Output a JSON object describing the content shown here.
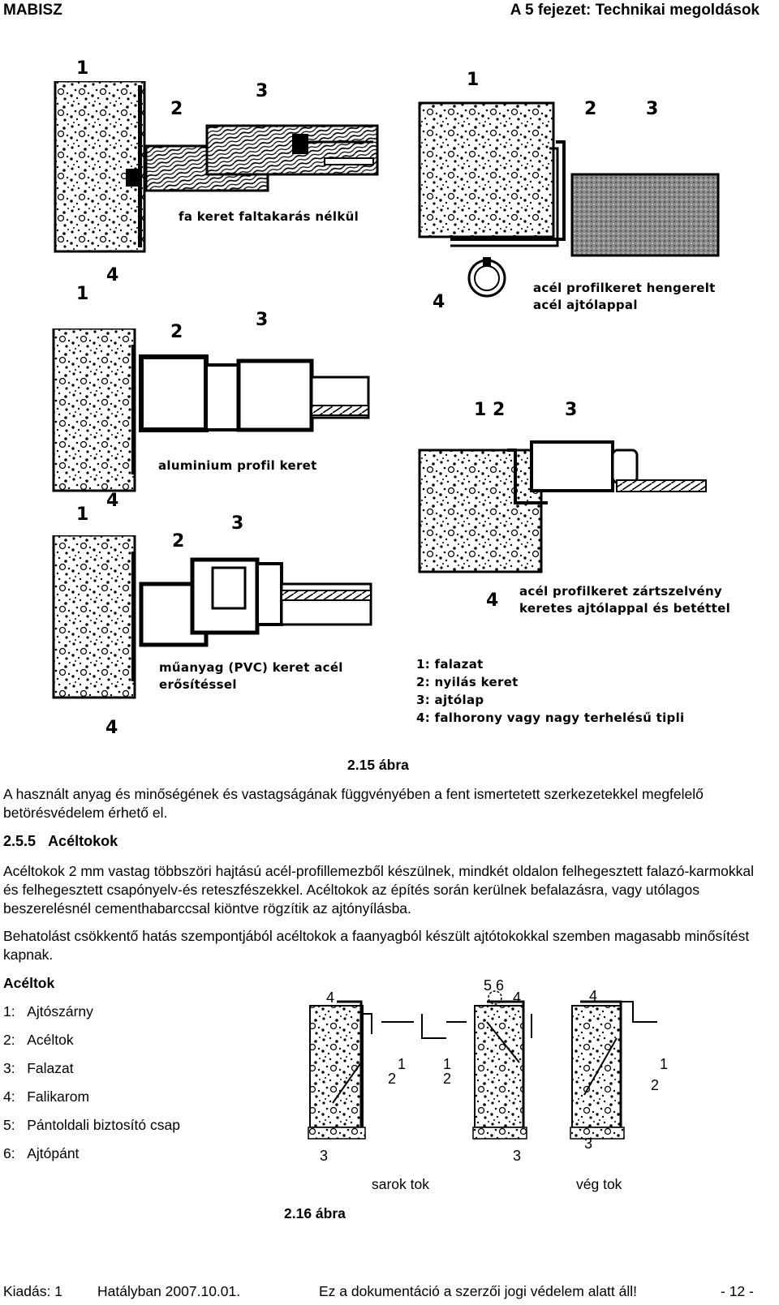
{
  "header": {
    "left": "MABISZ",
    "right": "A 5 fejezet: Technikai megoldások"
  },
  "fig215": {
    "details": {
      "wood": "fa keret faltakarás nélkül",
      "steel_roll_1": "acél profilkeret hengerelt",
      "steel_roll_2": "acél ajtólappal",
      "alu": "aluminium profil keret",
      "steel_box_1": "acél profilkeret zártszelvény",
      "steel_box_2": "keretes ajtólappal és betéttel",
      "pvc_1": "műanyag (PVC) keret acél",
      "pvc_2": "erősítéssel"
    },
    "numbers": {
      "n1": "1",
      "n2": "2",
      "n3": "3",
      "n4": "4",
      "n12": "1 2"
    },
    "legend": [
      "1: falazat",
      "2: nyilás keret",
      "3: ajtólap",
      "4: falhorony vagy nagy terhelésű tipli"
    ],
    "caption": "2.15 ábra"
  },
  "text": {
    "p1": "A használt anyag és minőségének és vastagságának függvényében a fent ismertetett szerkezetekkel megfelelő betörésvédelem érhető el.",
    "section_num": "2.5.5",
    "section_title": "Acéltokok",
    "p2": "Acéltokok 2 mm vastag többszöri hajtású acél-profillemezből készülnek, mindkét oldalon felhegesztett falazó-karmokkal és felhegesztett csapónyelv-és reteszfészekkel. Acéltokok az építés során kerülnek befalazásra, vagy utólagos beszerelésnél cementhabarccsal kiöntve rögzítik az ajtónyílásba.",
    "p3": "Behatolást csökkentő hatás szempontjából acéltokok a faanyagból készült ajtótokokkal szemben magasabb minősítést kapnak.",
    "list_title": "Acéltok",
    "list": [
      {
        "n": "1:",
        "t": "Ajtószárny"
      },
      {
        "n": "2:",
        "t": "Acéltok"
      },
      {
        "n": "3:",
        "t": "Falazat"
      },
      {
        "n": "4:",
        "t": "Falikarom"
      },
      {
        "n": "5:",
        "t": "Pántoldali biztosító csap"
      },
      {
        "n": "6:",
        "t": "Ajtópánt"
      }
    ]
  },
  "fig216": {
    "n56": "5 6",
    "label_corner": "sarok tok",
    "label_end": "vég tok",
    "caption": "2.16 ábra"
  },
  "footer": {
    "edition": "Kiadás: 1",
    "valid": "Hatályban 2007.10.01.",
    "copyright": "Ez a dokumentáció a szerzői jogi védelem alatt áll!",
    "page": "- 12 -"
  }
}
